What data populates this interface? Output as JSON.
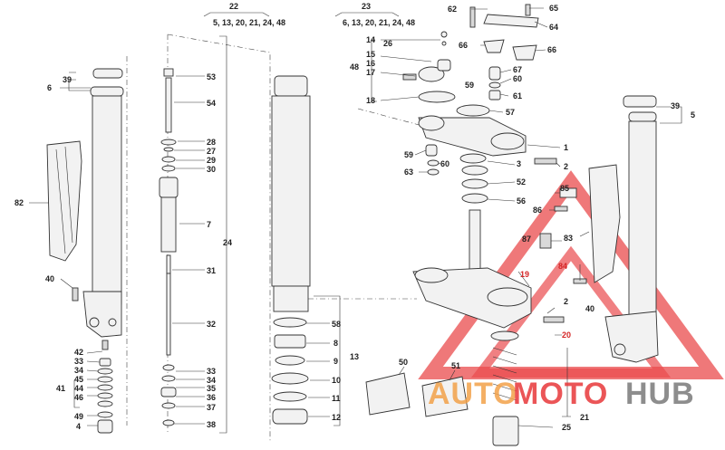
{
  "groups": {
    "g22": {
      "number": "22",
      "list": "5, 13, 20, 21, 24, 48"
    },
    "g23": {
      "number": "23",
      "list": "6, 13, 20, 21, 24, 48"
    }
  },
  "callouts": {
    "c1": "1",
    "c2": "2",
    "c2b": "2",
    "c3": "3",
    "c4": "4",
    "c5": "5",
    "c6": "6",
    "c7": "7",
    "c8": "8",
    "c9": "9",
    "c10": "10",
    "c11": "11",
    "c12": "12",
    "c13": "13",
    "c14": "14",
    "c15": "15",
    "c16": "16",
    "c17": "17",
    "c18": "18",
    "c19": "19",
    "c20": "20",
    "c21": "21",
    "c24": "24",
    "c25": "25",
    "c26": "26",
    "c27": "27",
    "c28": "28",
    "c29": "29",
    "c30": "30",
    "c31": "31",
    "c32": "32",
    "c33": "33",
    "c33b": "33",
    "c34": "34",
    "c34b": "34",
    "c35": "35",
    "c36": "36",
    "c37": "37",
    "c38": "38",
    "c39": "39",
    "c39b": "39",
    "c40": "40",
    "c40b": "40",
    "c41": "41",
    "c42": "42",
    "c44": "44",
    "c45": "45",
    "c46": "46",
    "c48": "48",
    "c49": "49",
    "c50": "50",
    "c51": "51",
    "c52": "52",
    "c53": "53",
    "c54": "54",
    "c56": "56",
    "c57": "57",
    "c58": "58",
    "c59": "59",
    "c59b": "59",
    "c60": "60",
    "c60b": "60",
    "c61": "61",
    "c62": "62",
    "c63": "63",
    "c64": "64",
    "c65": "65",
    "c66": "66",
    "c66b": "66",
    "c67": "67",
    "c82": "82",
    "c83": "83",
    "c84": "84",
    "c85": "85",
    "c86": "86",
    "c87": "87"
  },
  "watermark": {
    "part1": "AUTO",
    "part2": "MOTO",
    "part3": "HUB"
  },
  "colors": {
    "watermark_red": "#e8383a",
    "watermark_orange": "#f3a24a",
    "watermark_gray": "#7a7a7a",
    "line": "#333333"
  }
}
